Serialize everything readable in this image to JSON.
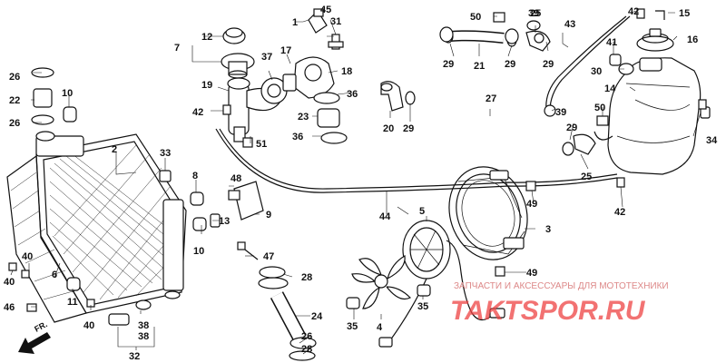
{
  "watermark": {
    "tagline": "ЗАПЧАСТИ И АКСЕССУАРЫ ДЛЯ МОТОТЕХНИКИ",
    "logo": "TAKTSPOR.RU"
  },
  "direction_label": "FR.",
  "callouts": [
    "1",
    "2",
    "3",
    "4",
    "5",
    "6",
    "7",
    "8",
    "9",
    "10",
    "11",
    "12",
    "13",
    "14",
    "15",
    "16",
    "17",
    "18",
    "19",
    "20",
    "21",
    "22",
    "23",
    "24",
    "25",
    "26",
    "27",
    "28",
    "29",
    "30",
    "31",
    "32",
    "33",
    "34",
    "35",
    "36",
    "37",
    "38",
    "39",
    "40",
    "41",
    "42",
    "43",
    "44",
    "45",
    "46",
    "47",
    "48",
    "49",
    "50",
    "51"
  ]
}
